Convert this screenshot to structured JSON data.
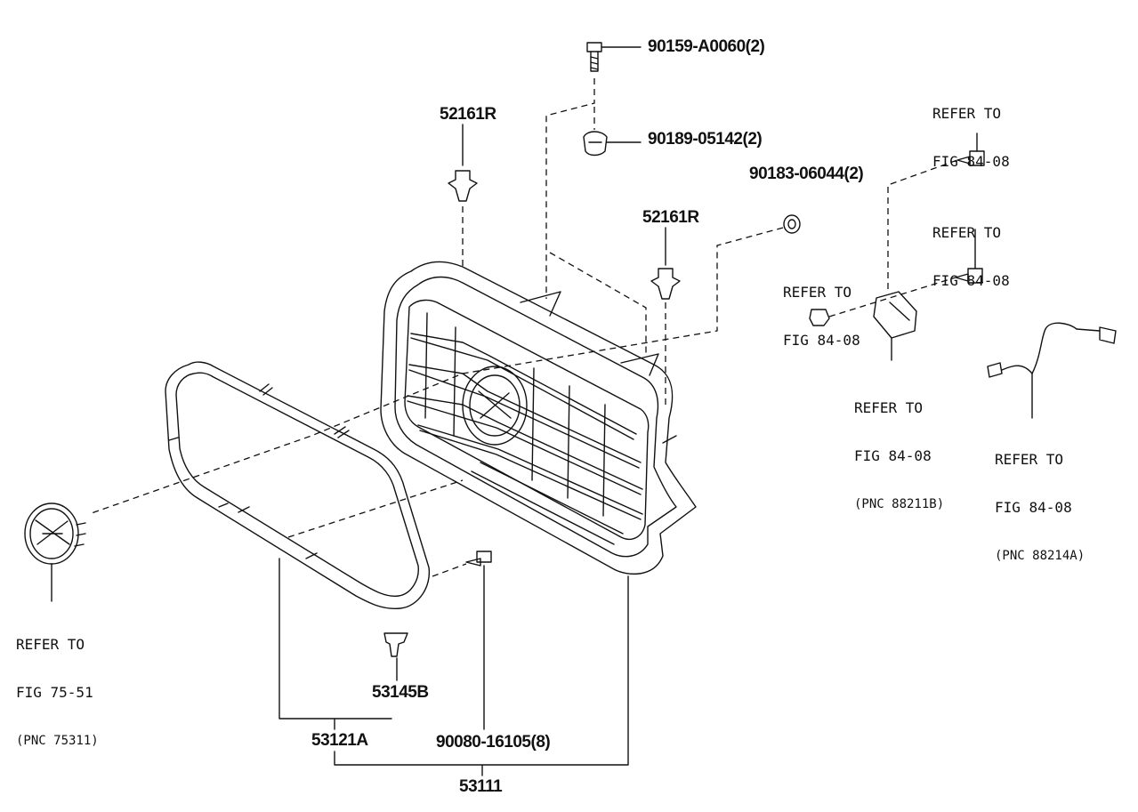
{
  "parts": {
    "p1": "90159-A0060(2)",
    "p2": "90189-05142(2)",
    "p3": "52161R",
    "p4": "90183-06044(2)",
    "p5": "52161R",
    "p6": "53145B",
    "p7": "53121A",
    "p8": "90080-16105(8)",
    "p9": "53111"
  },
  "refs": {
    "r1": {
      "line1": "REFER TO",
      "line2": "FIG 84-08"
    },
    "r2": {
      "line1": "REFER TO",
      "line2": "FIG 84-08"
    },
    "r3": {
      "line1": "REFER TO",
      "line2": "FIG 84-08"
    },
    "r4": {
      "line1": "REFER TO",
      "line2": "FIG 84-08",
      "line3": "(PNC 88211B)"
    },
    "r5": {
      "line1": "REFER TO",
      "line2": "FIG 84-08",
      "line3": "(PNC 88214A)"
    },
    "r6": {
      "line1": "REFER TO",
      "line2": "FIG 75-51",
      "line3": "(PNC 75311)"
    }
  },
  "colors": {
    "highlight": "#e8b4b8",
    "line": "#111111"
  }
}
